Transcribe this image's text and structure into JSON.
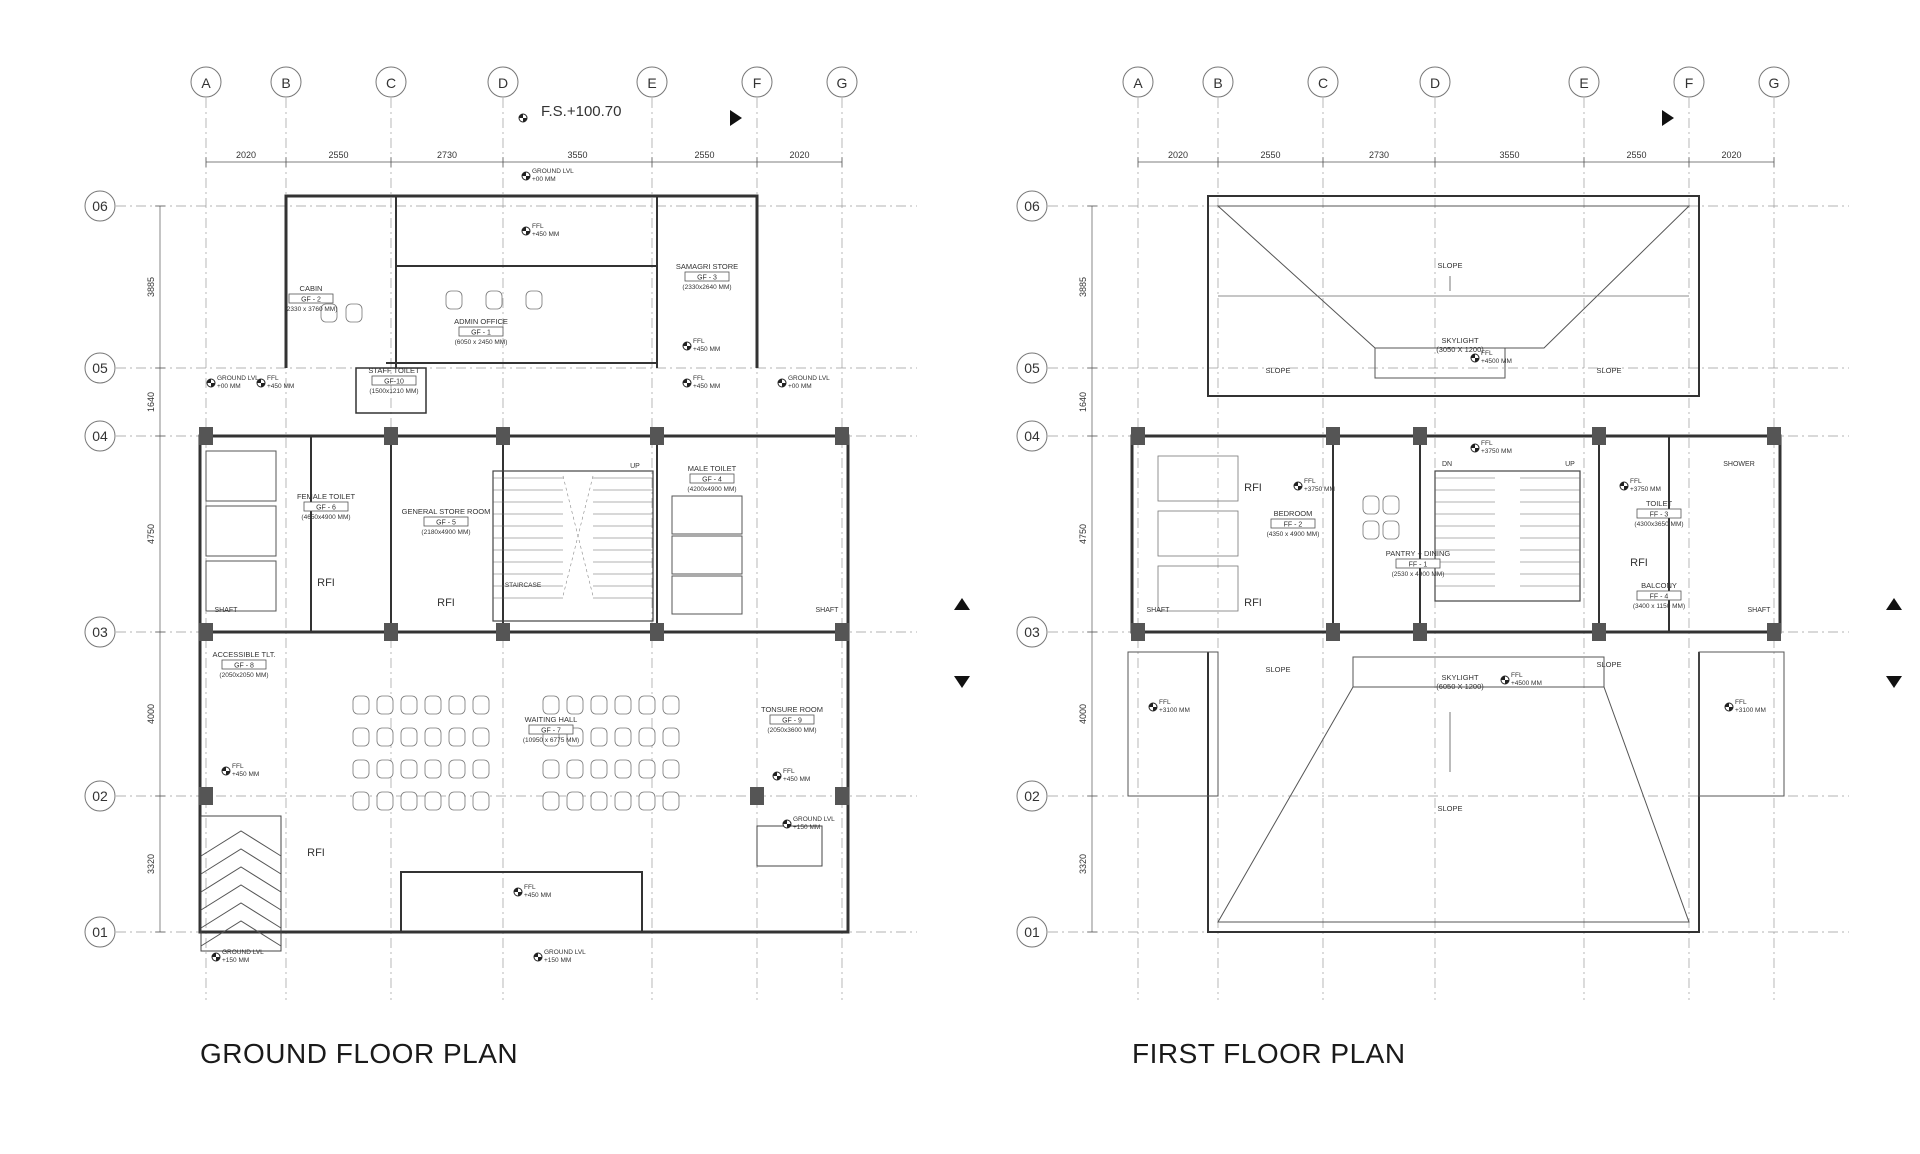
{
  "ground": {
    "title": "GROUND FLOOR PLAN",
    "fs_level": "F.S.+100.70",
    "grid_cols": [
      "A",
      "B",
      "C",
      "D",
      "E",
      "F",
      "G"
    ],
    "grid_rows": [
      "06",
      "05",
      "04",
      "03",
      "02",
      "01"
    ],
    "col_dims": [
      "2020",
      "2550",
      "2730",
      "3550",
      "2550",
      "2020"
    ],
    "row_dims": [
      "3885",
      "1640",
      "4750",
      "4000",
      "3320"
    ],
    "rooms": [
      {
        "name": "CABIN",
        "tag": "GF - 2",
        "size": "(2330 x 3760 MM)"
      },
      {
        "name": "ADMIN OFFICE",
        "tag": "GF - 1",
        "size": "(6050 x 2450 MM)"
      },
      {
        "name": "SAMAGRI STORE",
        "tag": "GF - 3",
        "size": "(2330x2640 MM)"
      },
      {
        "name": "STAFF TOILET",
        "tag": "GF-10",
        "size": "(1500x1210 MM)"
      },
      {
        "name": "FEMALE TOILET",
        "tag": "GF - 6",
        "size": "(4650x4900 MM)"
      },
      {
        "name": "GENERAL STORE ROOM",
        "tag": "GF - 5",
        "size": "(2180x4900 MM)"
      },
      {
        "name": "MALE TOILET",
        "tag": "GF - 4",
        "size": "(4200x4900 MM)"
      },
      {
        "name": "ACCESSIBLE TLT.",
        "tag": "GF - 8",
        "size": "(2050x2050 MM)"
      },
      {
        "name": "WAITING HALL",
        "tag": "GF - 7",
        "size": "(10950 x 6775 MM)"
      },
      {
        "name": "TONSURE ROOM",
        "tag": "GF - 9",
        "size": "(2050x3600 MM)"
      }
    ],
    "level_marks": [
      "GROUND LVL",
      "+00 MM",
      "FFL",
      "+450 MM",
      "GROUND LVL",
      "+150 MM"
    ],
    "labels": {
      "rfi": "RFI",
      "shaft": "SHAFT",
      "up": "UP",
      "staircase": "STAIRCASE"
    }
  },
  "first": {
    "title": "FIRST FLOOR PLAN",
    "grid_cols": [
      "A",
      "B",
      "C",
      "D",
      "E",
      "F",
      "G"
    ],
    "grid_rows": [
      "06",
      "05",
      "04",
      "03",
      "02",
      "01"
    ],
    "col_dims": [
      "2020",
      "2550",
      "2730",
      "3550",
      "2550",
      "2020"
    ],
    "row_dims": [
      "3885",
      "1640",
      "4750",
      "4000",
      "3320"
    ],
    "rooms": [
      {
        "name": "BEDROOM",
        "tag": "FF - 2",
        "size": "(4350 x 4900 MM)"
      },
      {
        "name": "PANTRY + DINING",
        "tag": "FF - 1",
        "size": "(2530 x 4900 MM)"
      },
      {
        "name": "TOILET",
        "tag": "FF - 3",
        "size": "(4300x3650 MM)"
      },
      {
        "name": "BALCONY",
        "tag": "FF - 4",
        "size": "(3400 x 1150 MM)"
      }
    ],
    "skylight_top": {
      "name": "SKYLIGHT",
      "size": "(3050 X 1200)"
    },
    "skylight_bottom": {
      "name": "SKYLIGHT",
      "size": "(6050 X 1200)"
    },
    "level_marks": [
      "FFL",
      "+4500 MM",
      "+3750 MM",
      "+3100 MM"
    ],
    "labels": {
      "slope": "SLOPE",
      "rfi": "RFI",
      "shaft": "SHAFT",
      "shower": "SHOWER",
      "dn": "DN",
      "up": "UP"
    }
  }
}
